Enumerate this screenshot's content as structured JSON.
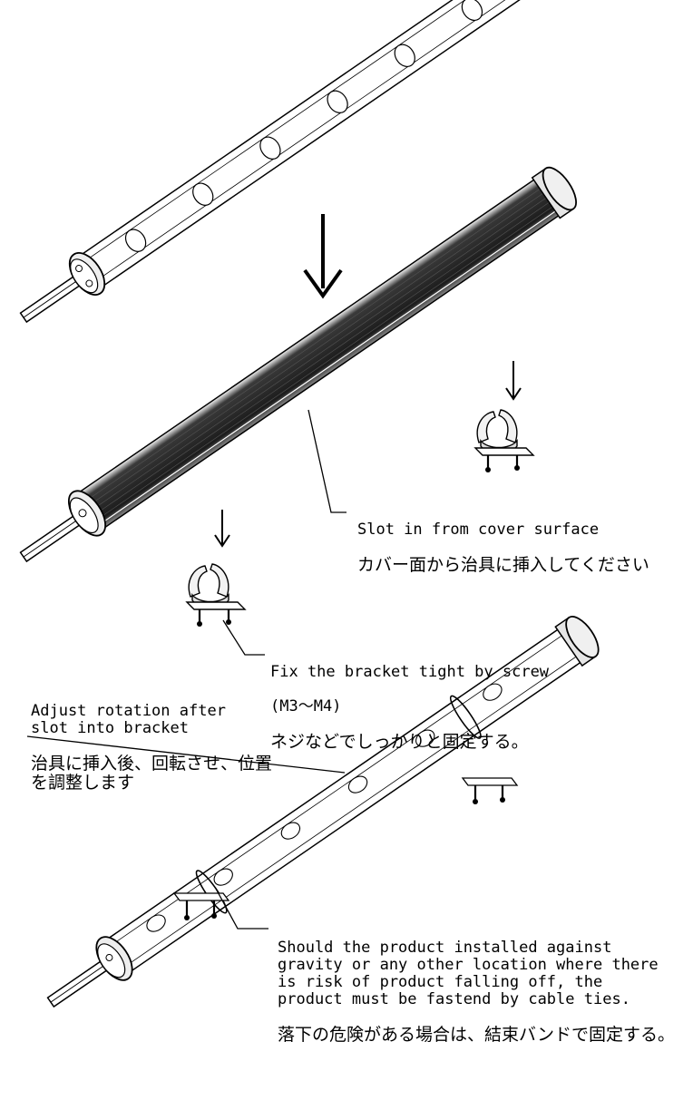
{
  "callouts": {
    "slot_in": {
      "en": "Slot in from cover surface",
      "jp": "カバー面から治具に挿入してください"
    },
    "fix_bracket": {
      "en": "Fix the bracket tight by screw",
      "spec": "(M3～M4)",
      "jp": "ネジなどでしっかりと固定する。"
    },
    "adjust_rotation": {
      "en": "Adjust rotation after slot into bracket",
      "jp": "治具に挿入後、回転させ、位置を調整します"
    },
    "cable_ties": {
      "en": "Should the product installed against gravity or any other location where there is risk of product falling off, the product must be fastend by cable ties.",
      "jp": "落下の危険がある場合は、結束バンドで固定する。"
    }
  },
  "steps": [
    "step-1-light-bar",
    "step-2-slot-into-bracket",
    "step-3-installed-with-cable-ties"
  ],
  "colors": {
    "line": "#000000",
    "body_dark": "#2a2a2a",
    "body_light": "#ffffff",
    "cap": "#e6e6e6"
  }
}
